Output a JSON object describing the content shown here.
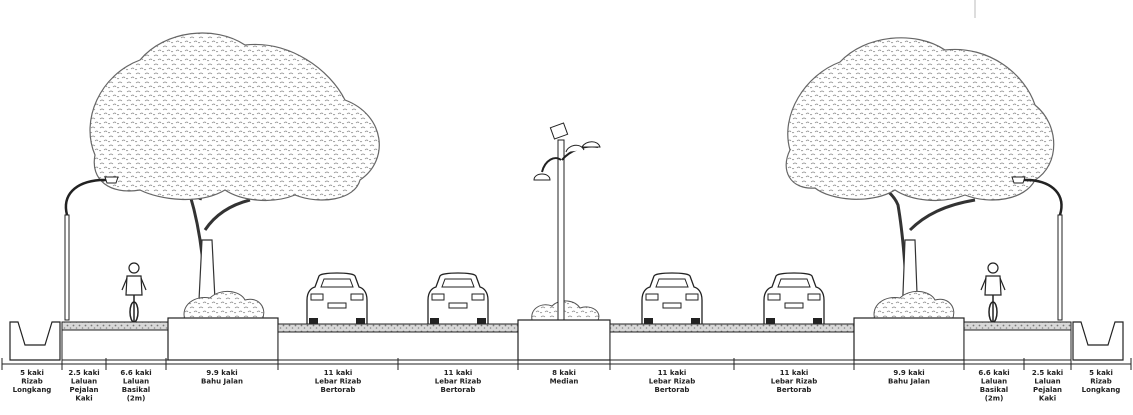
{
  "colors": {
    "ink": "#1a1a1a",
    "foliage": "#7a7a7a",
    "ground": "#bdbdbd"
  },
  "segments": [
    {
      "label": [
        "5 kaki",
        "Rizab",
        "Longkang"
      ]
    },
    {
      "label": [
        "2.5 kaki",
        "Laluan",
        "Pejalan",
        "Kaki"
      ]
    },
    {
      "label": [
        "6.6 kaki",
        "Laluan",
        "Basikal",
        "(2m)"
      ]
    },
    {
      "label": [
        "9.9 kaki",
        "Bahu Jalan"
      ]
    },
    {
      "label": [
        "11 kaki",
        "Lebar Rizab",
        "Bertorab"
      ]
    },
    {
      "label": [
        "11 kaki",
        "Lebar Rizab",
        "Bertorab"
      ]
    },
    {
      "label": [
        "8 kaki",
        "Median"
      ]
    },
    {
      "label": [
        "11 kaki",
        "Lebar Rizab",
        "Bertorab"
      ]
    },
    {
      "label": [
        "11 kaki",
        "Lebar Rizab",
        "Bertorab"
      ]
    },
    {
      "label": [
        "9.9 kaki",
        "Bahu Jalan"
      ]
    },
    {
      "label": [
        "6.6 kaki",
        "Laluan",
        "Basikal",
        "(2m)"
      ]
    },
    {
      "label": [
        "2.5 kaki",
        "Laluan",
        "Pejalan",
        "Kaki"
      ]
    },
    {
      "label": [
        "5 kaki",
        "Rizab",
        "Longkang"
      ]
    }
  ],
  "icons": [
    "tree-icon-left",
    "tree-icon-right",
    "street-lamp-icon-left",
    "street-lamp-icon-right",
    "median-lamp-icon",
    "car-icon",
    "cyclist-icon",
    "shrub-icon"
  ]
}
